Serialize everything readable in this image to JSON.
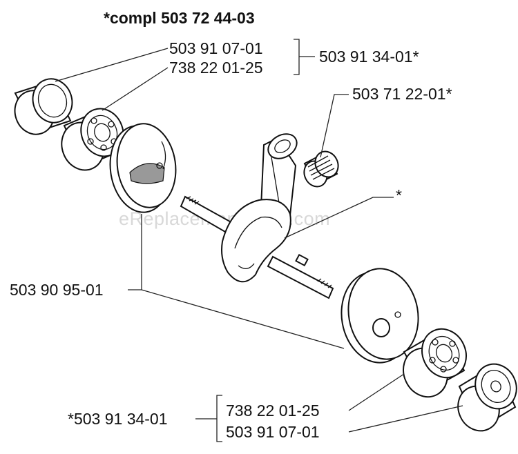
{
  "title": "*compl 503 72 44-03",
  "watermark": "eReplacementParts.com",
  "labels": {
    "bearing_ring_top": "503 91 07-01",
    "bearing_top": "738 22 01-25",
    "bearing_kit_top": "503 91 34-01*",
    "needle_bearing": "503 71 22-01*",
    "crankshaft": "*",
    "flywheel_disc": "503 90 95-01",
    "bearing_kit_bottom": "*503 91 34-01",
    "bearing_bottom": "738 22 01-25",
    "bearing_ring_bottom": "503 91 07-01"
  }
}
